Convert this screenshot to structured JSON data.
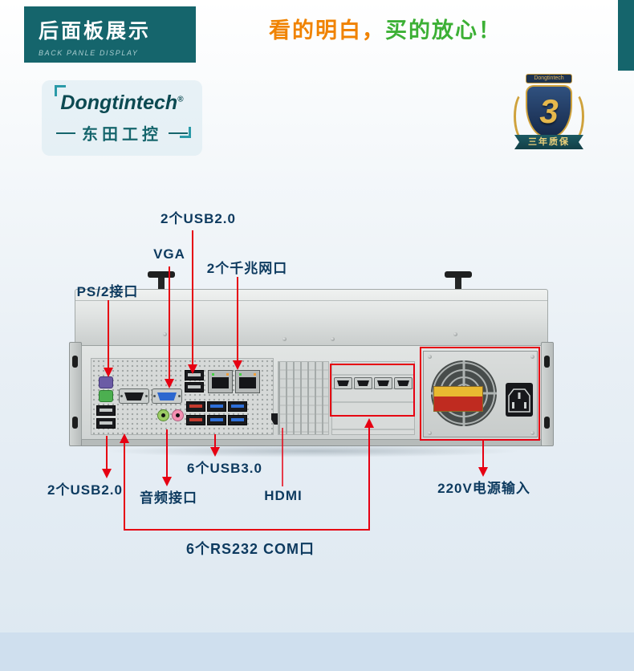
{
  "colors": {
    "teal": "#15656c",
    "orange": "#f08300",
    "green": "#3cb035",
    "navy": "#0d3a5f",
    "red": "#e60012"
  },
  "header": {
    "title": "后面板展示",
    "subtitle": "BACK PANLE DISPLAY",
    "headline_orange": "看的明白，",
    "headline_green": "买的放心！"
  },
  "brand": {
    "name": "Dongtintech",
    "reg": "®",
    "cn": "东田工控"
  },
  "badge": {
    "top": "Dongtintech",
    "number": "3",
    "ribbon": "三年质保"
  },
  "annotations": {
    "usb2_top": "2个USB2.0",
    "vga": "VGA",
    "lan": "2个千兆网口",
    "ps2": "PS/2接口",
    "usb2_bottom": "2个USB2.0",
    "audio": "音频接口",
    "usb3": "6个USB3.0",
    "hdmi": "HDMI",
    "power": "220V电源输入",
    "com": "6个RS232 COM口"
  }
}
